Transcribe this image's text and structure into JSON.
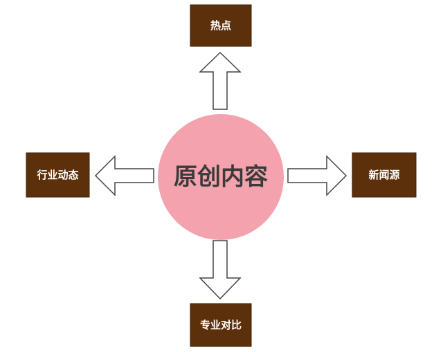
{
  "center": {
    "label": "原创内容"
  },
  "nodes": {
    "top": "热点",
    "left": "行业动态",
    "right": "新闻源",
    "bottom": "专业对比"
  },
  "colors": {
    "node_fill": "#5c300b",
    "center_fill": "#f4a2ad",
    "arrow_stroke": "#444444"
  }
}
